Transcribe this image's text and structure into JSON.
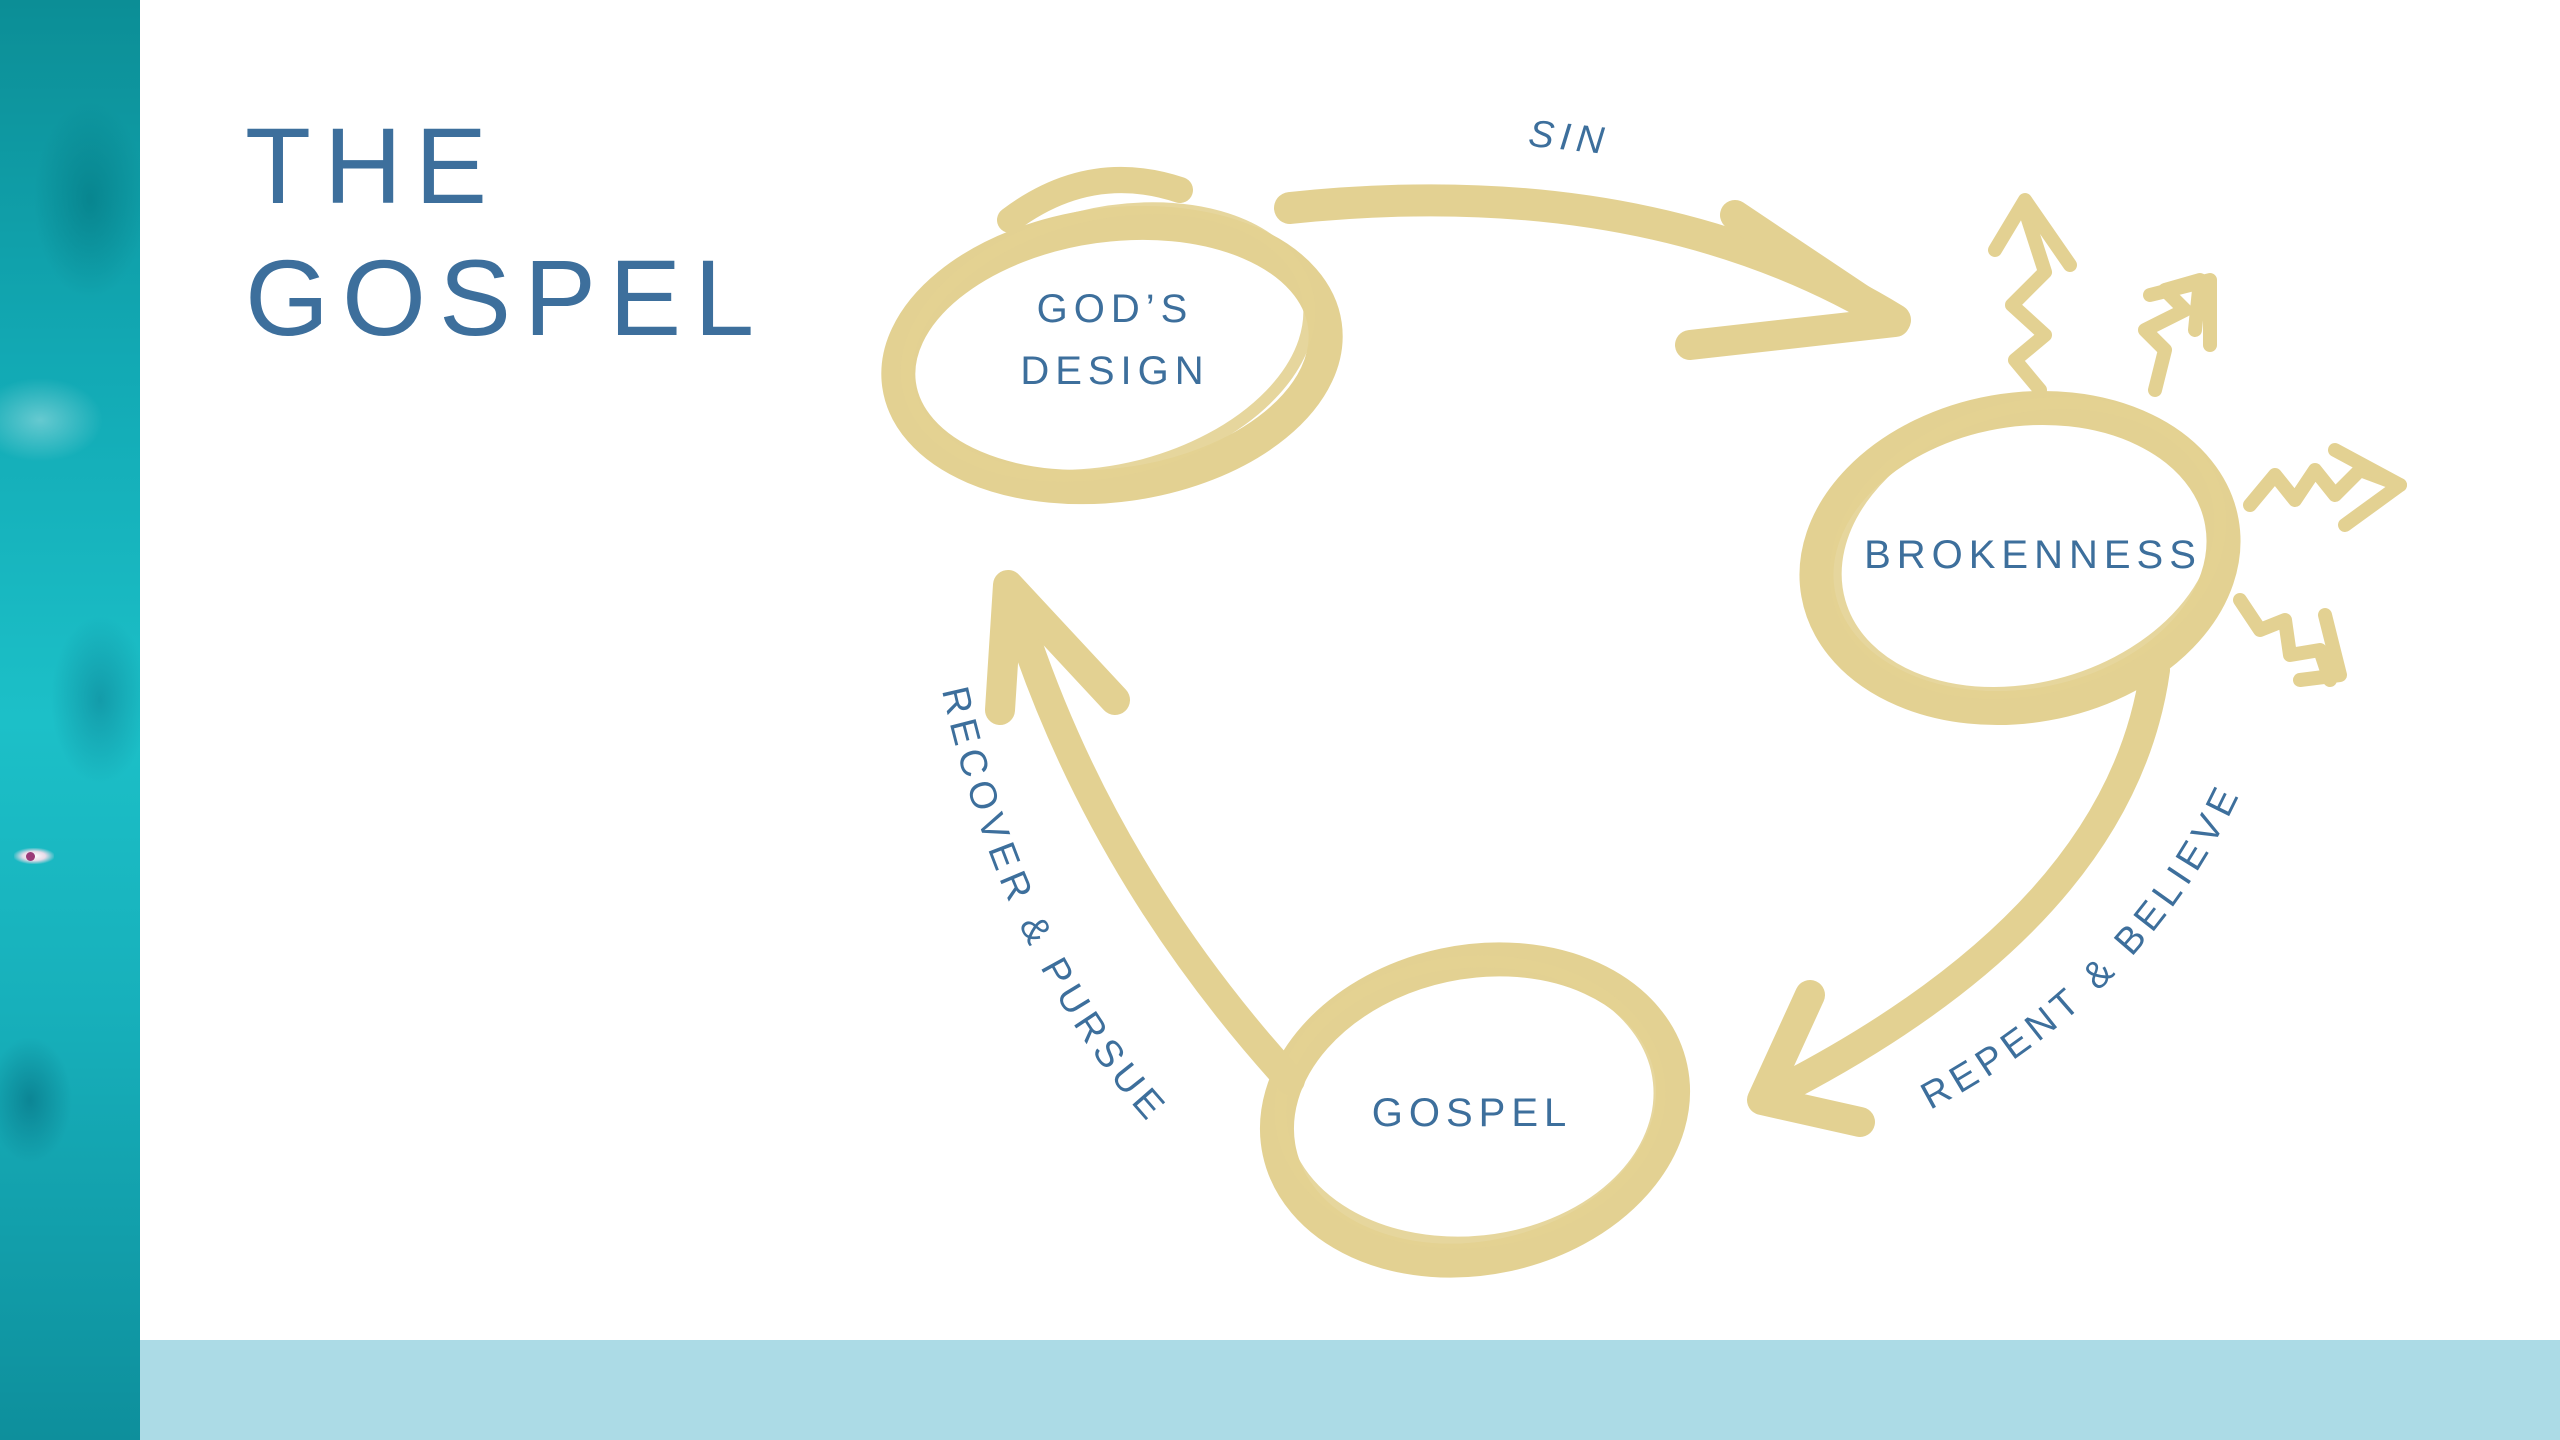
{
  "slide": {
    "title_line1": "THE",
    "title_line2": "GOSPEL"
  },
  "diagram": {
    "nodes": {
      "gods_design_line1": "GOD’S",
      "gods_design_line2": "DESIGN",
      "brokenness": "BROKENNESS",
      "gospel": "GOSPEL"
    },
    "edges": {
      "sin": "SIN",
      "repent_believe": "REPENT & BELIEVE",
      "recover_pursue": "RECOVER & PURSUE"
    }
  },
  "colors": {
    "text_blue": "#3d6f9c",
    "stroke_gold": "#e3d192",
    "band_light_blue": "#acdbe6",
    "ocean_teal": "#17b0bb"
  }
}
